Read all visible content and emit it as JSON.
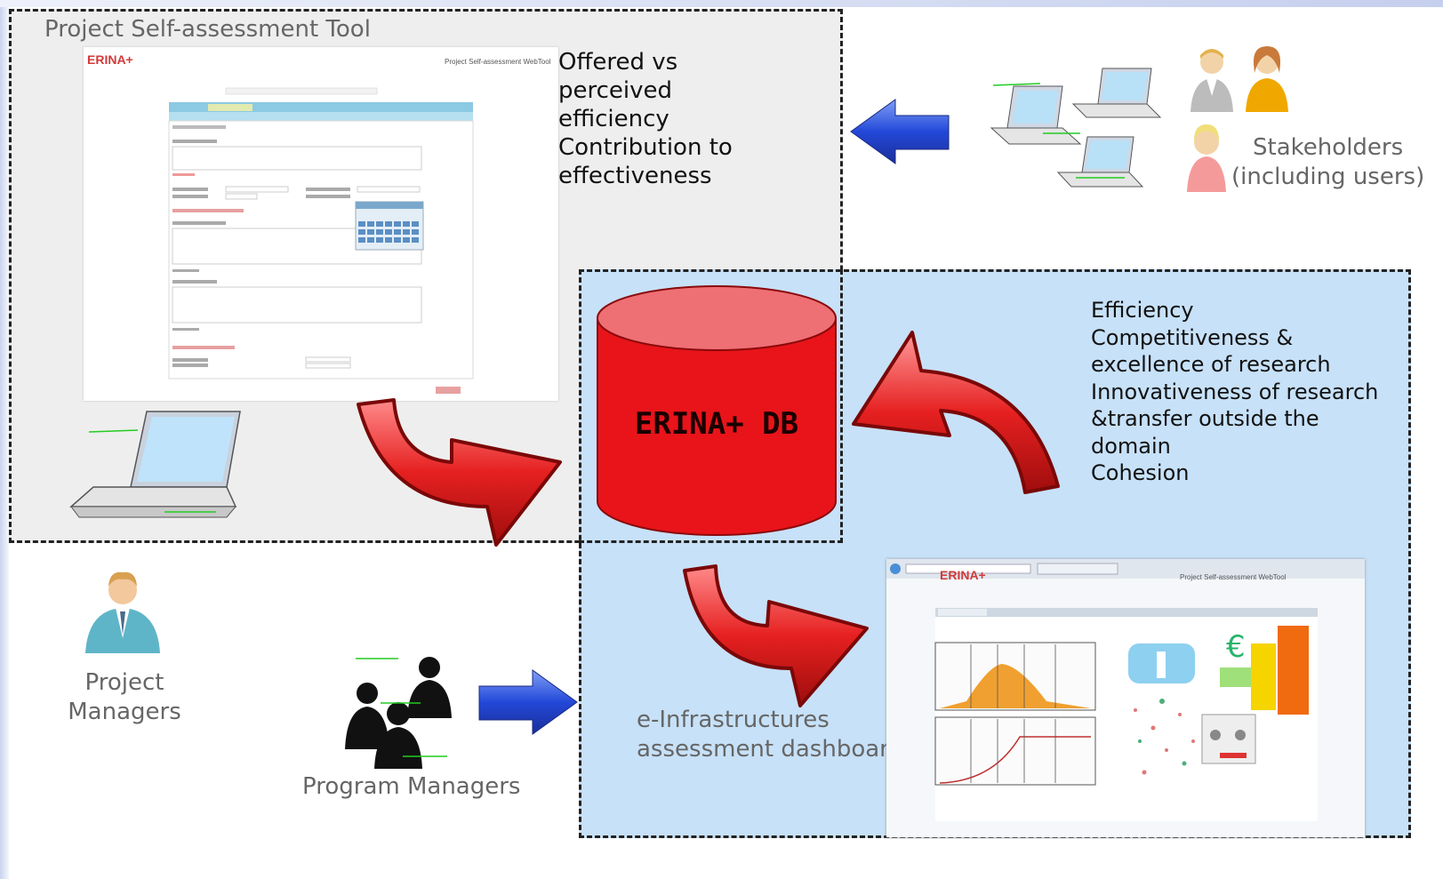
{
  "box_title": "Project Self-assessment Tool",
  "offered_text": "Offered vs\nperceived\nefficiency\nContribution to\neffectiveness",
  "stakeholders_label": "Stakeholders\n(including users)",
  "db_label": "ERINA+ DB",
  "metrics_text": "Efficiency\nCompetitiveness &\nexcellence of research\nInnovativeness of research\n&transfer outside the\ndomain\nCohesion",
  "project_managers_label": "Project\nManagers",
  "program_managers_label": "Program Managers",
  "einfra_label": "e-Infrastructures\nassessment dashboard",
  "screenshot_top": {
    "logo": "ERINA+",
    "header": "Project Self-assessment WebTool"
  },
  "screenshot_bottom": {
    "logo": "ERINA+",
    "header": "Project Self-assessment WebTool"
  },
  "colors": {
    "db_red": "#e8141a",
    "arrow_red": "#e62828",
    "arrow_blue": "#2f5fe0",
    "box_blue": "#c7e1f8",
    "box_gray": "#eeeeee"
  }
}
